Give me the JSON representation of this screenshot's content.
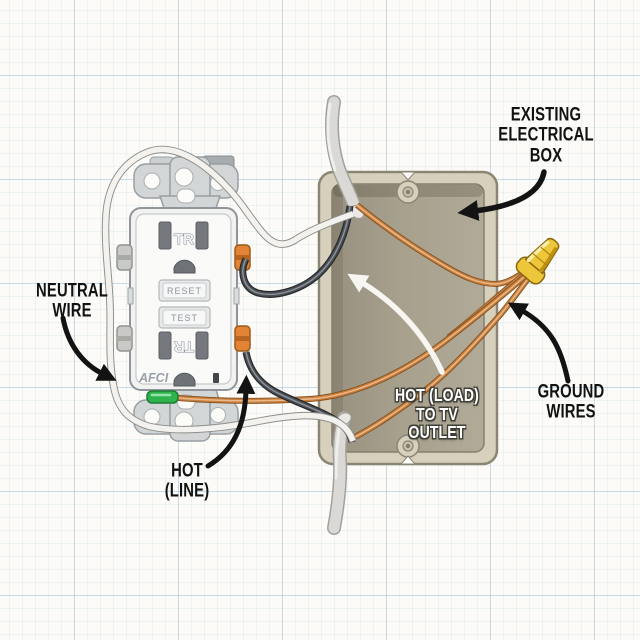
{
  "labels": {
    "neutral_wire": {
      "lines": [
        "NEUTRAL",
        "WIRE"
      ]
    },
    "hot_line": {
      "lines": [
        "HOT",
        "(LINE)"
      ]
    },
    "existing_box": {
      "lines": [
        "EXISTING",
        "ELECTRICAL",
        "BOX"
      ]
    },
    "hot_load": {
      "lines": [
        "HOT (LOAD)",
        "TO TV",
        "OUTLET"
      ]
    },
    "ground_wires": {
      "lines": [
        "GROUND",
        "WIRES"
      ]
    }
  },
  "outlet": {
    "tr_marking_top": "TR",
    "tr_marking_bottom": "TR",
    "reset_button": "RESET",
    "test_button": "TEST",
    "brand_marking": "AFCI"
  },
  "colors": {
    "hot_wire_black": "#4b4f54",
    "neutral_wire_white": "#f3f2ef",
    "ground_wire_copper": "#c9803f",
    "wire_nut_yellow": "#eec63a",
    "electrical_box_tan": "#a59e8b",
    "terminal_screw_orange": "#e28335",
    "ground_indicator_green": "#2fb34c",
    "label_text": "#121212",
    "grid_line_blue": "#cfe0ec"
  }
}
